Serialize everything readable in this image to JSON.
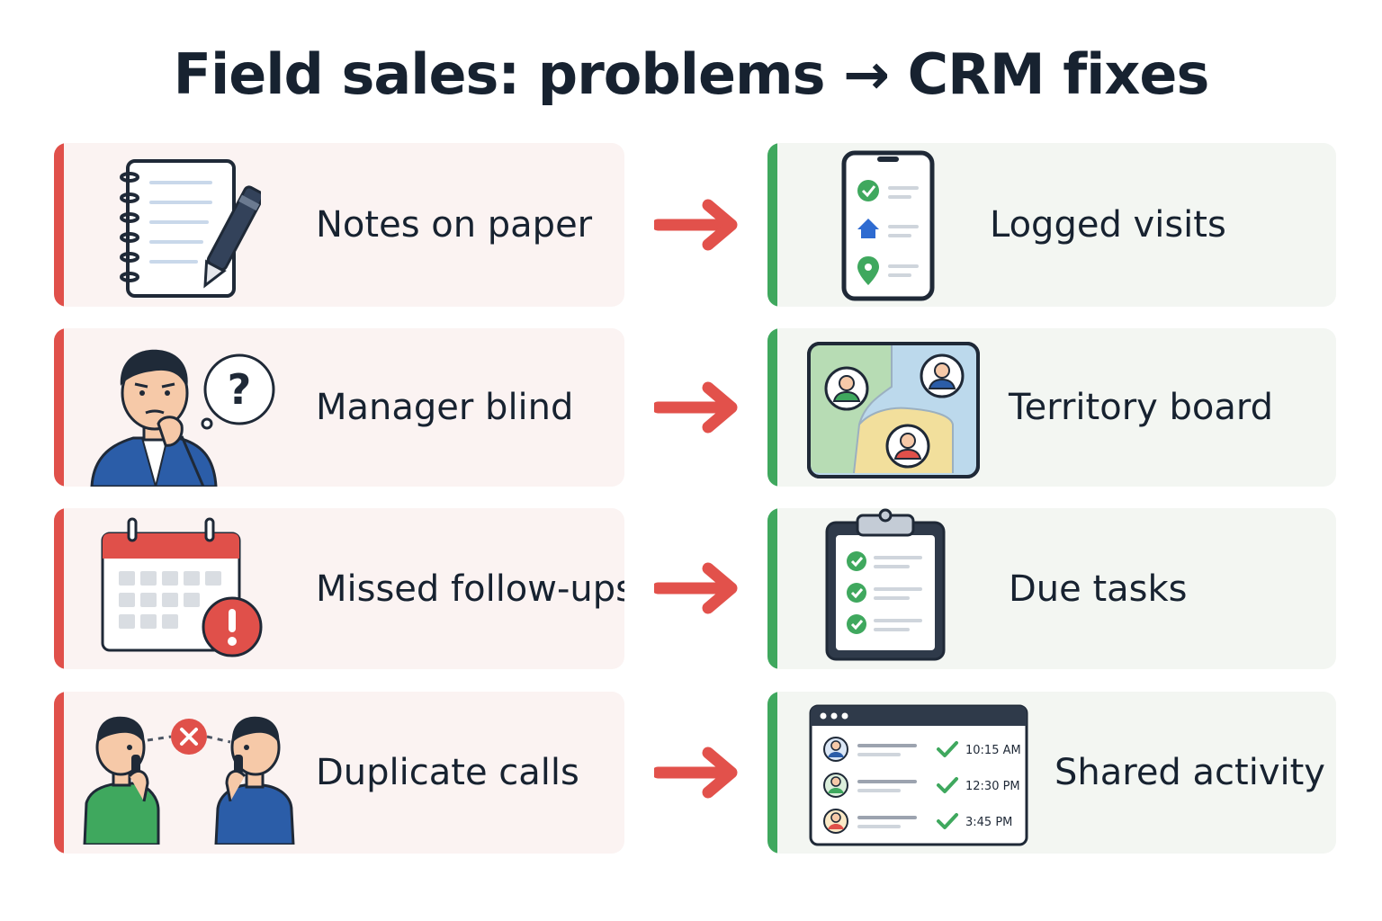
{
  "title": "Field sales: problems → CRM fixes",
  "colors": {
    "problem_accent": "#e0504a",
    "fix_accent": "#3fa85e",
    "arrow": "#e2514b",
    "problem_bg": "#fbf3f2",
    "fix_bg": "#f3f6f2"
  },
  "rows": [
    {
      "problem": {
        "label": "Notes on paper",
        "icon": "notebook-pen-icon"
      },
      "fix": {
        "label": "Logged visits",
        "icon": "phone-checklist-icon"
      }
    },
    {
      "problem": {
        "label": "Manager blind",
        "icon": "confused-manager-icon"
      },
      "fix": {
        "label": "Territory board",
        "icon": "territory-map-icon"
      }
    },
    {
      "problem": {
        "label": "Missed follow-ups",
        "icon": "calendar-alert-icon"
      },
      "fix": {
        "label": "Due tasks",
        "icon": "clipboard-checklist-icon"
      }
    },
    {
      "problem": {
        "label": "Duplicate calls",
        "icon": "duplicate-callers-icon"
      },
      "fix": {
        "label": "Shared activity",
        "icon": "activity-feed-icon",
        "times": [
          "10:15 AM",
          "12:30 PM",
          "3:45 PM"
        ]
      }
    }
  ]
}
